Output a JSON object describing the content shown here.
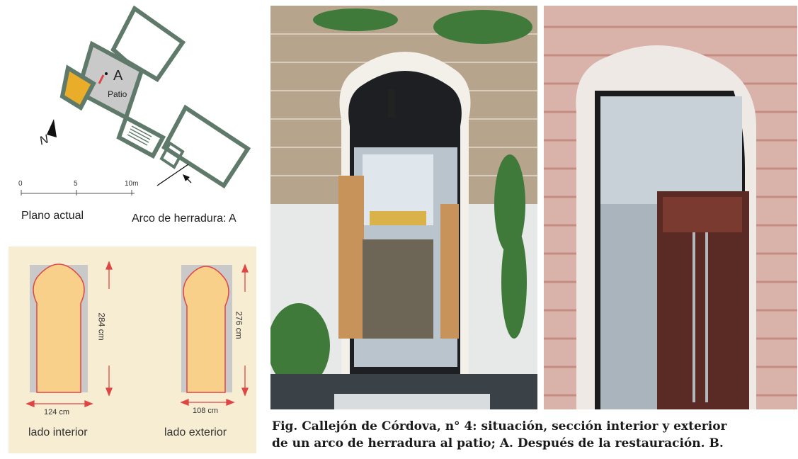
{
  "plan": {
    "point_label": "A",
    "patio_label": "Patio",
    "north_label": "N",
    "scale": {
      "tick0": "0",
      "tick5": "5",
      "tick10": "10m"
    },
    "title_left": "Plano actual",
    "title_right": "Arco de herradura: A"
  },
  "arches": {
    "interior": {
      "height": "284 cm",
      "width": "124 cm",
      "label": "lado interior"
    },
    "exterior": {
      "height": "276 cm",
      "width": "108 cm",
      "label": "lado exterior"
    }
  },
  "caption": {
    "line1": "Fig. Callejón de Córdova, n° 4: situación, sección interior y exterior",
    "line2": "de un arco de herradura al patio; A. Después de la restauración. B."
  },
  "colors": {
    "wall": "#5f7a6b",
    "patio": "#c9c9c9",
    "room_highlight": "#e9ad2a",
    "arch_fill": "#f9d089",
    "arch_outline": "#e04545",
    "arch_bg": "#f7edd2"
  }
}
